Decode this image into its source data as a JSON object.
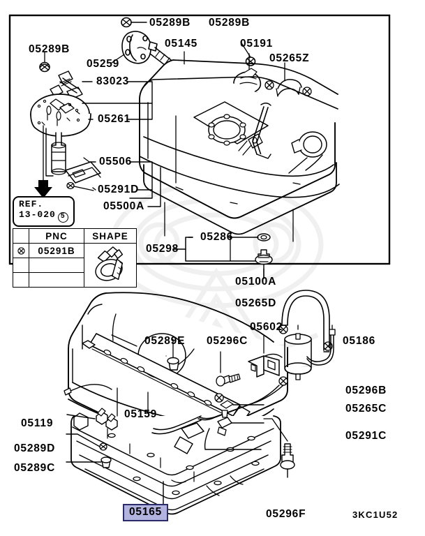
{
  "diagram": {
    "code": "3KC1U52",
    "highlighted_part": "05165",
    "accent_fill": "#b3b3e0",
    "accent_border": "#2b2b6b"
  },
  "ref_box": {
    "line1": "REF.",
    "line2": "13-020",
    "circle_number": "5"
  },
  "pnc_table": {
    "headers": [
      "",
      "PNC",
      "SHAPE"
    ],
    "rows": [
      {
        "mark": "x-circle",
        "pnc": "05291B",
        "shape": "hose-clamp"
      },
      {
        "mark": "",
        "pnc": "",
        "shape": ""
      },
      {
        "mark": "",
        "pnc": "",
        "shape": ""
      }
    ]
  },
  "labels": {
    "upper": {
      "l1": "05289B",
      "l2": "05289B",
      "l3": "05289B",
      "l4": "05145",
      "l5": "05191",
      "l6": "05265Z",
      "l7": "05259",
      "l8": "83023",
      "l9": "05261",
      "l10": "05506",
      "l11": "05291D",
      "l12": "05500A",
      "l13": "05286",
      "l14": "05298",
      "l15": "05100A"
    },
    "lower": {
      "l1": "05265D",
      "l2": "05602",
      "l3": "05186",
      "l4": "05289E",
      "l5": "05296C",
      "l6": "05296B",
      "l7": "05265C",
      "l8": "05291C",
      "l9": "05159",
      "l10": "05119",
      "l11": "05289D",
      "l12": "05289C",
      "l13": "05165",
      "l14": "05296F"
    }
  }
}
